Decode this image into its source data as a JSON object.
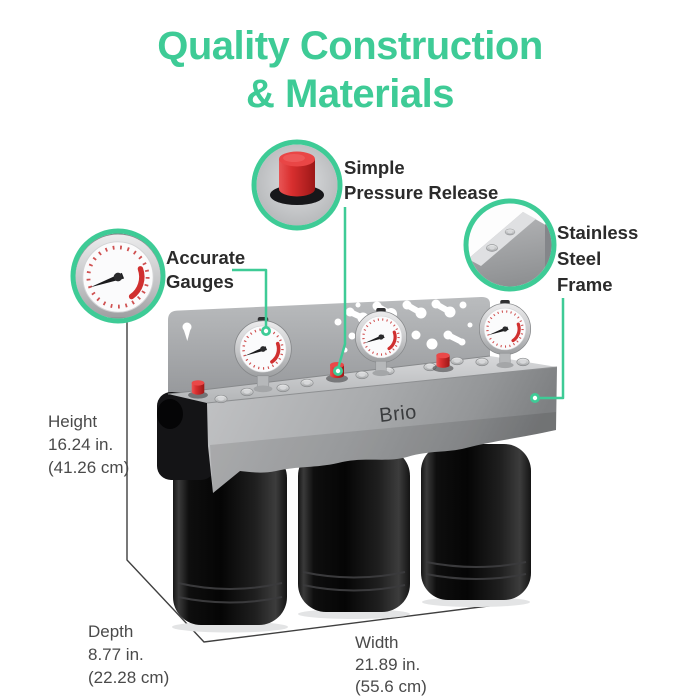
{
  "colors": {
    "accent": "#3ecb96",
    "heading_text": "#3ecb96",
    "callout_text": "#2b2b2b",
    "dimension_text": "#4a4a4a",
    "release_button_red": "#d93434",
    "steel_gray": "#a9abad",
    "filter_black": "#121212"
  },
  "title": {
    "line1": "Quality Construction",
    "line2": "& Materials"
  },
  "callouts": {
    "pressure_release": {
      "line1": "Simple",
      "line2": "Pressure Release",
      "icon": "red-release-button-icon"
    },
    "accurate_gauges": {
      "line1": "Accurate",
      "line2": "Gauges",
      "icon": "pressure-gauge-icon"
    },
    "stainless_frame": {
      "line1": "Stainless",
      "line2": "Steel",
      "line3": "Frame",
      "icon": "steel-corner-icon"
    }
  },
  "dimensions": {
    "height": {
      "label": "Height",
      "inches": "16.24 in.",
      "metric": "(41.26 cm)"
    },
    "depth": {
      "label": "Depth",
      "inches": "8.77 in.",
      "metric": "(22.28 cm)"
    },
    "width": {
      "label": "Width",
      "inches": "21.89 in.",
      "metric": "(55.6 cm)"
    }
  },
  "product": {
    "brand": "Brio",
    "gauges": 3,
    "filter_housings": 3
  }
}
